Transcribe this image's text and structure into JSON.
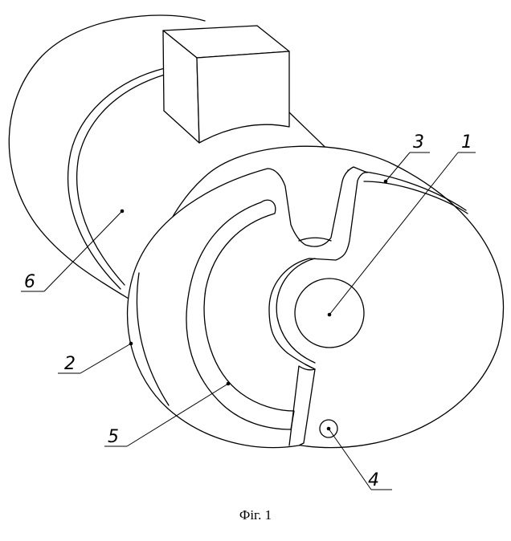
{
  "figure": {
    "caption": "Фiг. 1"
  },
  "callouts": [
    {
      "id": "1",
      "label": "1"
    },
    {
      "id": "2",
      "label": "2"
    },
    {
      "id": "3",
      "label": "3"
    },
    {
      "id": "4",
      "label": "4"
    },
    {
      "id": "5",
      "label": "5"
    },
    {
      "id": "6",
      "label": "6"
    }
  ]
}
